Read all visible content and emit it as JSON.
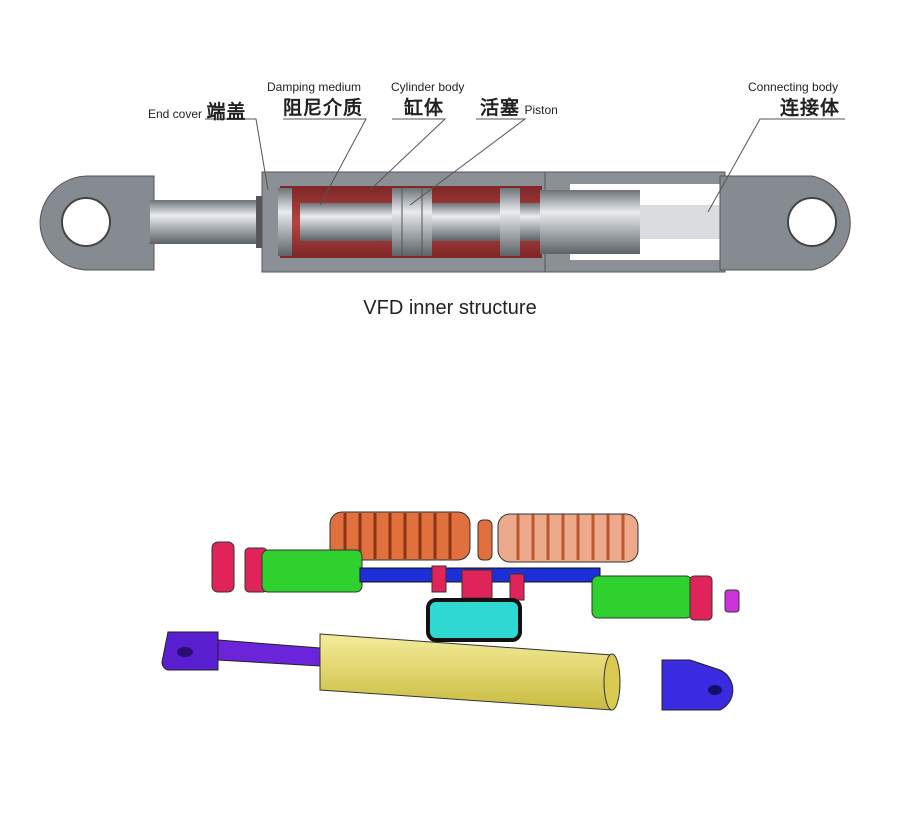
{
  "labels": {
    "end_cover": {
      "en": "End cover",
      "zh": "端盖"
    },
    "damping_medium": {
      "en": "Damping medium",
      "zh": "阻尼介质"
    },
    "cylinder_body": {
      "en": "Cylinder body",
      "zh": "缸体"
    },
    "piston": {
      "en": "Piston",
      "zh": "活塞"
    },
    "connecting_body": {
      "en": "Connecting body",
      "zh": "连接体"
    }
  },
  "caption": "VFD inner structure",
  "colors": {
    "steel": "#8a9096",
    "damping": "#a23a3a",
    "orange": "#e0703e",
    "green": "#2fd12f",
    "pink": "#e0245a",
    "blue": "#1d2fd6",
    "cyan": "#2fd8d0",
    "yellow": "#e8dc6a",
    "purple": "#5a1fd0"
  }
}
